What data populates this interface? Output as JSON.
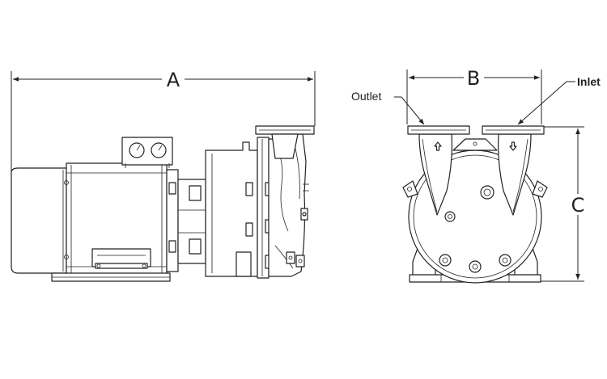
{
  "dimensions": {
    "a_label": "A",
    "b_label": "B",
    "c_label": "C"
  },
  "callouts": {
    "outlet_label": "Outlet",
    "inlet_label": "Inlet"
  }
}
